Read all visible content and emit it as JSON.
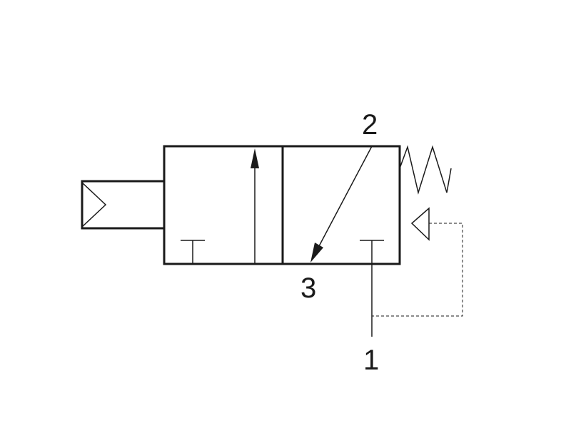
{
  "diagram": {
    "type": "3/2-way valve symbol",
    "ports": {
      "port_2": "2",
      "port_3": "3",
      "port_1": "1"
    },
    "colors": {
      "line": "#1a1a1a",
      "background": "#ffffff"
    }
  }
}
